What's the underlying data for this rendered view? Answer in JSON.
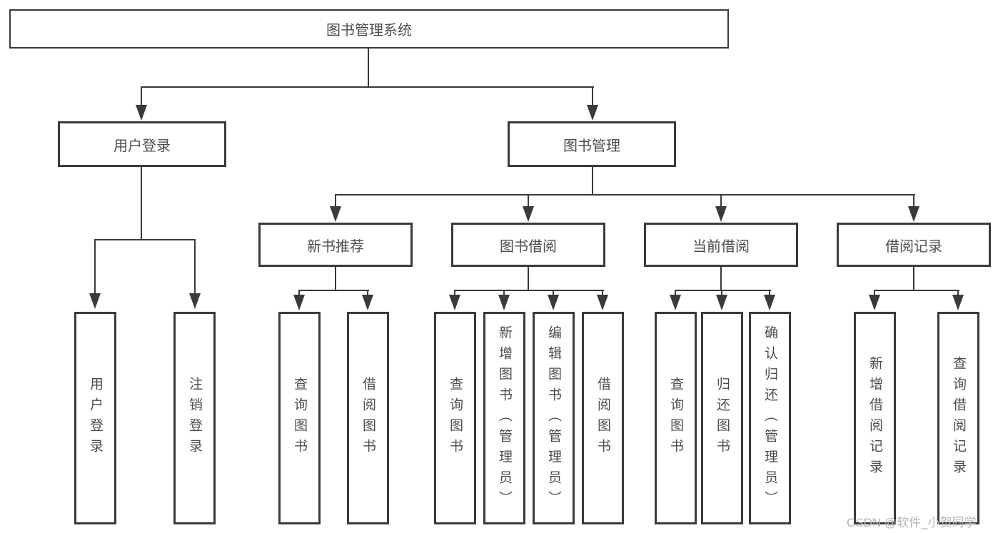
{
  "tree": {
    "root": "图书管理系统",
    "level2": [
      "用户登录",
      "图书管理"
    ],
    "level3": [
      "新书推荐",
      "图书借阅",
      "当前借阅",
      "借阅记录"
    ],
    "leaves": {
      "user_login": [
        "用户登录",
        "注销登录"
      ],
      "new_books": [
        "查询图书",
        "借阅图书"
      ],
      "borrowing": [
        "查询图书",
        "新增图书（管理员）",
        "编辑图书（管理员）",
        "借阅图书"
      ],
      "current": [
        "查询图书",
        "归还图书",
        "确认归还（管理员）"
      ],
      "records": [
        "新增借阅记录",
        "查询借阅记录"
      ]
    }
  },
  "watermark": "CSDN @软件_小贺同学",
  "colors": {
    "line": "#3a3a3a",
    "text": "#4d4d4d",
    "background": "#ffffff",
    "watermark": "#b5b5b5"
  }
}
